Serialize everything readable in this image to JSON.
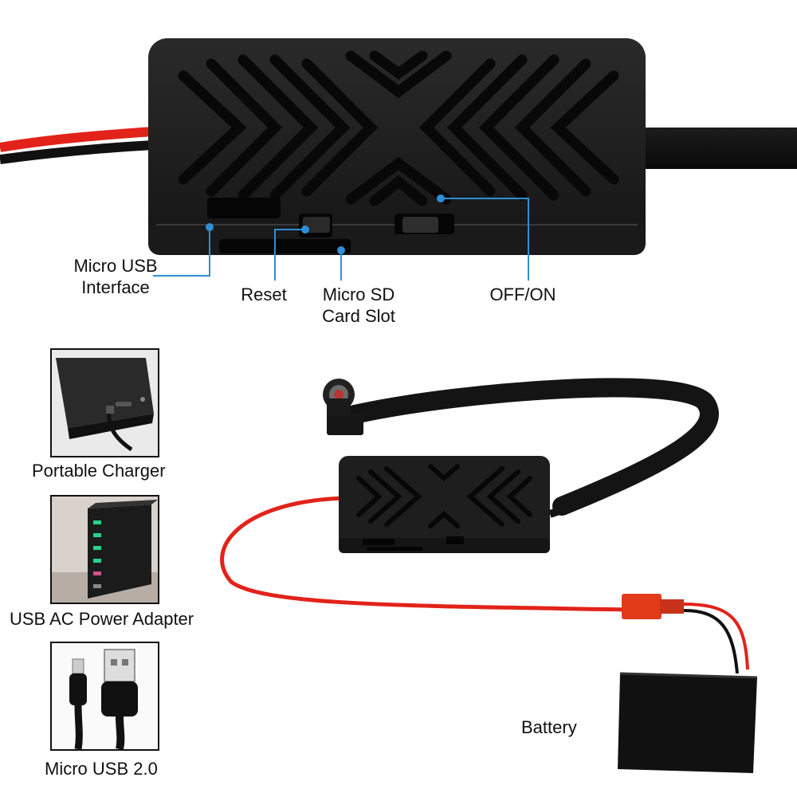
{
  "callouts": {
    "micro_usb": [
      "Micro USB",
      "Interface"
    ],
    "reset": "Reset",
    "micro_sd": [
      "Micro SD",
      "Card Slot"
    ],
    "off_on": "OFF/ON"
  },
  "accessories": [
    {
      "name": "Portable Charger",
      "icon": "portable-charger-icon"
    },
    {
      "name": "USB AC Power Adapter",
      "icon": "usb-ac-power-adapter-icon"
    },
    {
      "name": "Micro USB 2.0",
      "icon": "micro-usb-cable-icon"
    }
  ],
  "battery_label": "Battery",
  "colors": {
    "callout_line": "#2e8fd6",
    "module_body": "#1d1d1d",
    "wire_red": "#e2231a",
    "wire_black": "#111111",
    "connector": "#e23b1a"
  }
}
